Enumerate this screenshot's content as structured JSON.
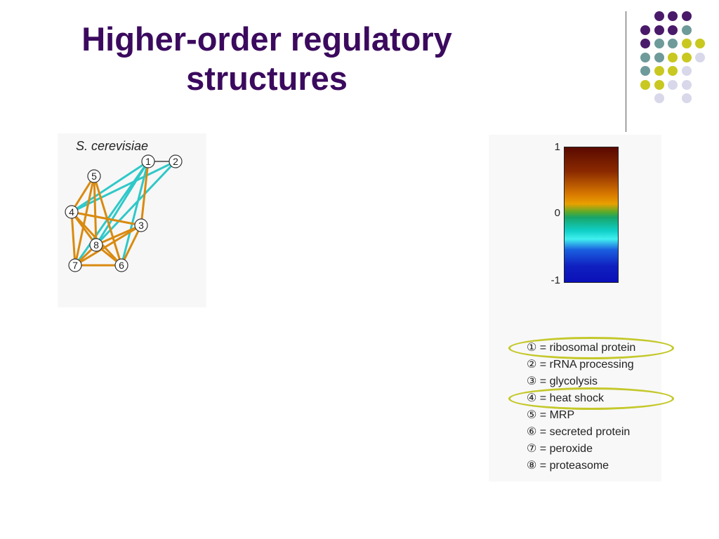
{
  "slide": {
    "title": "Higher-order regulatory structures"
  },
  "network": {
    "organism": "S. cerevisiae",
    "nodes": [
      {
        "id": "1",
        "label": "1"
      },
      {
        "id": "2",
        "label": "2"
      },
      {
        "id": "3",
        "label": "3"
      },
      {
        "id": "4",
        "label": "4"
      },
      {
        "id": "5",
        "label": "5"
      },
      {
        "id": "6",
        "label": "6"
      },
      {
        "id": "7",
        "label": "7"
      },
      {
        "id": "8",
        "label": "8"
      }
    ],
    "edges": [
      {
        "from": "1",
        "to": "2",
        "type": "neutral"
      },
      {
        "from": "4",
        "to": "1",
        "type": "negative"
      },
      {
        "from": "4",
        "to": "2",
        "type": "negative"
      },
      {
        "from": "8",
        "to": "1",
        "type": "negative"
      },
      {
        "from": "8",
        "to": "2",
        "type": "negative"
      },
      {
        "from": "7",
        "to": "1",
        "type": "negative"
      },
      {
        "from": "6",
        "to": "1",
        "type": "negative"
      },
      {
        "from": "3",
        "to": "1",
        "type": "positive"
      },
      {
        "from": "5",
        "to": "4",
        "type": "positive"
      },
      {
        "from": "5",
        "to": "8",
        "type": "positive"
      },
      {
        "from": "5",
        "to": "7",
        "type": "positive"
      },
      {
        "from": "5",
        "to": "6",
        "type": "positive"
      },
      {
        "from": "4",
        "to": "8",
        "type": "positive"
      },
      {
        "from": "4",
        "to": "3",
        "type": "positive"
      },
      {
        "from": "4",
        "to": "7",
        "type": "positive"
      },
      {
        "from": "4",
        "to": "6",
        "type": "positive"
      },
      {
        "from": "8",
        "to": "3",
        "type": "positive"
      },
      {
        "from": "8",
        "to": "7",
        "type": "positive"
      },
      {
        "from": "8",
        "to": "6",
        "type": "positive"
      },
      {
        "from": "7",
        "to": "6",
        "type": "positive"
      },
      {
        "from": "3",
        "to": "6",
        "type": "positive"
      },
      {
        "from": "3",
        "to": "7",
        "type": "positive"
      }
    ]
  },
  "colorbar": {
    "max_label": "1",
    "mid_label": "0",
    "min_label": "-1"
  },
  "legend": {
    "items": [
      {
        "symbol": "①",
        "text": "= ribosomal protein",
        "highlighted": true
      },
      {
        "symbol": "②",
        "text": "= rRNA processing",
        "highlighted": false
      },
      {
        "symbol": "③",
        "text": "= glycolysis",
        "highlighted": false
      },
      {
        "symbol": "④",
        "text": "= heat shock",
        "highlighted": true
      },
      {
        "symbol": "⑤",
        "text": "= MRP",
        "highlighted": false
      },
      {
        "symbol": "⑥",
        "text": "= secreted protein",
        "highlighted": false
      },
      {
        "symbol": "⑦",
        "text": "= peroxide",
        "highlighted": false
      },
      {
        "symbol": "⑧",
        "text": "= proteasome",
        "highlighted": false
      }
    ]
  },
  "colors": {
    "title": "#3b0a5e",
    "positive_edge": "#d98a10",
    "negative_edge": "#2fc8c8",
    "neutral_edge": "#444444",
    "highlight_ring": "#c4c82a",
    "dot_purple": "#4a1a6a",
    "dot_teal": "#6e9a9a",
    "dot_yellow": "#c8c820",
    "dot_lavender": "#d8d8ea"
  }
}
